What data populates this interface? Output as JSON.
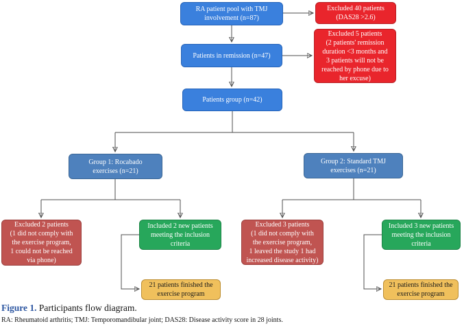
{
  "figure": {
    "caption_label": "Figure 1.",
    "caption_text": "Participants flow diagram.",
    "footnote": "RA: Rheumatoid arthritis; TMJ: Temporomandibular joint; DAS28: Disease activity score in 28 joints."
  },
  "colors": {
    "blue": "#3a80dd",
    "blue_border": "#2563b8",
    "steel_blue": "#4e81bd",
    "steel_blue_border": "#3a6695",
    "red": "#e9252c",
    "red_border": "#b81d22",
    "brick": "#c05451",
    "brick_border": "#9c403e",
    "green": "#27a75b",
    "green_border": "#1d8447",
    "amber": "#f0c05c",
    "amber_border": "#bb8d33",
    "caption_blue": "#2b55a0"
  },
  "nodes": {
    "pool": "RA patient pool with TMJ\ninvolvement (n=87)",
    "excluded_40": "Excluded 40 patients\n(DAS28 >2.6)",
    "remission": "Patients in remission (n=47)",
    "excluded_5": "Excluded 5 patients\n(2 patients' remission\nduration <3 months and\n3 patients will not be\nreached by phone due to\nher excuse)",
    "patients_group": "Patients group (n=42)",
    "group1": "Group 1: Rocabado\nexercises (n=21)",
    "group2": "Group 2: Standard TMJ\nexercises (n=21)",
    "excluded_2": "Excluded 2 patients\n(1 did not comply with\nthe exercise program,\n1 could not be reached\nvia phone)",
    "included_2": "Included 2 new patients\nmeeting the inclusion\ncriteria",
    "finished_1": "21 patients finished the\nexercise program",
    "excluded_3": "Excluded 3 patients\n(1 did not comply with\nthe exercise program,\n1 leaved the study 1 had\nincreased disease activity)",
    "included_3": "Included 3 new patients\nmeeting the inclusion\ncriteria",
    "finished_2": "21 patients finished the\nexercise program"
  }
}
